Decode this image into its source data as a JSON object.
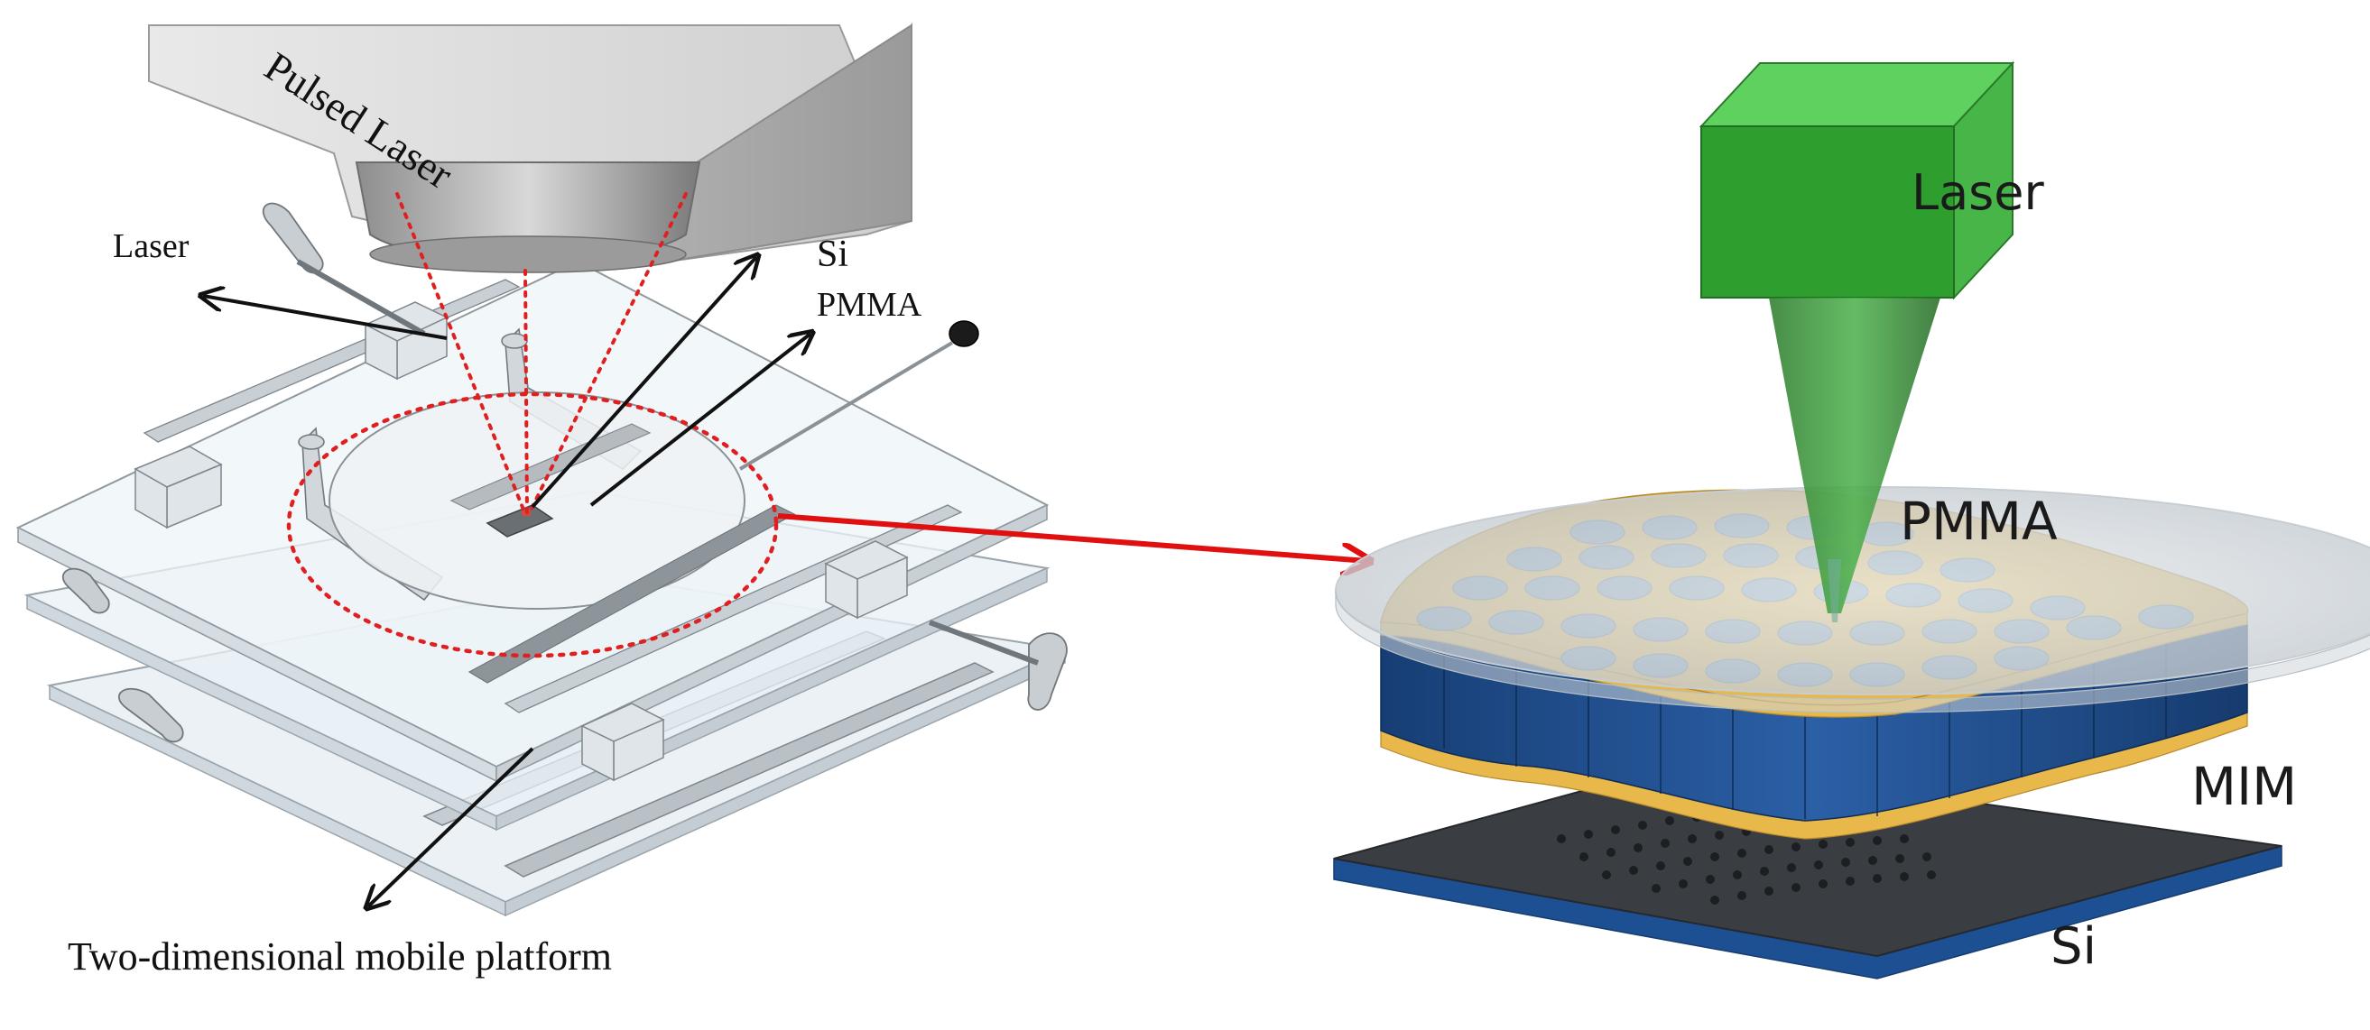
{
  "left_panel": {
    "pulsed_laser_label": "Pulsed Laser",
    "laser_label": "Laser",
    "si_label": "Si",
    "pmma_label": "PMMA",
    "platform_label": "Two-dimensional mobile platform"
  },
  "right_panel": {
    "laser_label": "Laser",
    "pmma_label": "PMMA",
    "mim_label": "MIM",
    "si_label": "Si"
  },
  "colors": {
    "laser_beam": "#e02020",
    "connector_arrow": "#e01010",
    "laser_head_green": "#2e9e2e",
    "gold_layer": "#e8b84a",
    "blue_layer": "#1f4d8c",
    "substrate": "#3a3d42"
  }
}
